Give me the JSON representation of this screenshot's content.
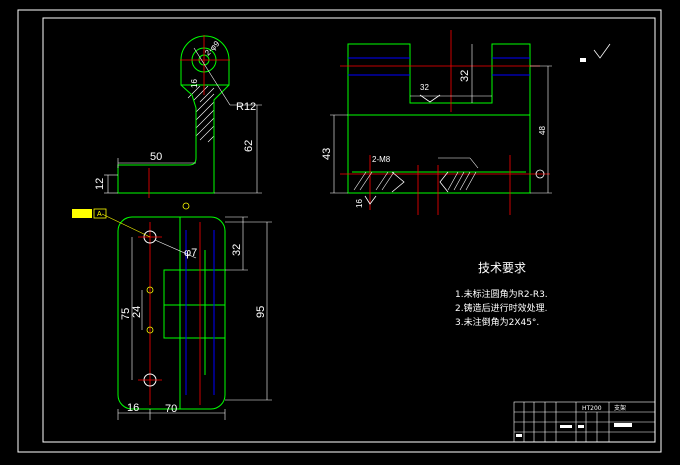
{
  "views": {
    "front": {
      "dims": {
        "r12": "R12",
        "d50": "50",
        "d62": "62",
        "d12": "12",
        "d16": "16",
        "hole_callout": "2-φ9"
      }
    },
    "side": {
      "dims": {
        "d32_slot": "32",
        "d32_v": "32",
        "d43": "43",
        "d48": "48",
        "d16": "16",
        "thread": "2-M8"
      }
    },
    "bottom": {
      "dims": {
        "phi7": "φ7",
        "d32": "32",
        "d75": "75",
        "d24": "24",
        "d95": "95",
        "d16": "16",
        "d70": "70"
      },
      "datum_label": "A"
    }
  },
  "tech_req": {
    "title": "技术要求",
    "items": [
      "1.未标注圆角为R2-R3.",
      "2.铸造后进行时效处理.",
      "3.未注倒角为2X45°."
    ]
  },
  "title_block": {
    "material": "HT200",
    "part_name": "支架"
  },
  "colors": {
    "outline": "#00ff00",
    "center": "#ff0000",
    "hidden": "#0000ff",
    "text": "#ffffff",
    "leader": "#ffff00"
  }
}
